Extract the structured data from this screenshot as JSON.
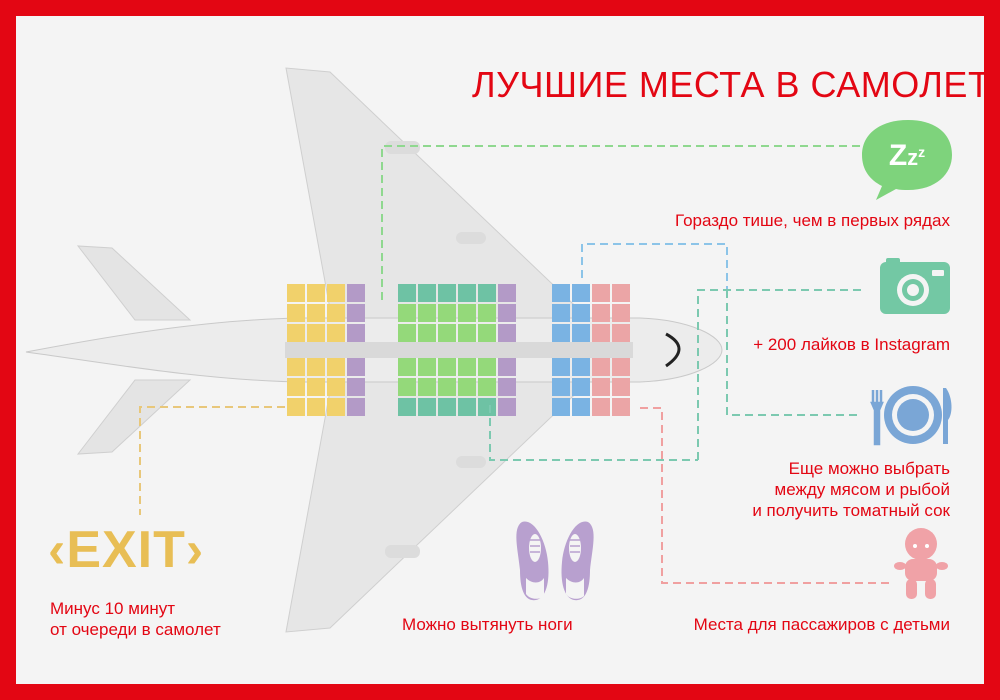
{
  "title": "ЛУЧШИЕ МЕСТА В САМОЛЕТЕ",
  "captions": {
    "quiet": "Гораздо тише, чем в первых рядах",
    "instagram": "+ 200 лайков в Instagram",
    "food_line1": "Еще можно выбрать",
    "food_line2": "между мясом и рыбой",
    "food_line3": "и получить томатный сок",
    "children": "Места для пассажиров с детьми",
    "legs": "Можно вытянуть ноги",
    "exit_line1": "Минус 10 минут",
    "exit_line2": "от очереди в самолет"
  },
  "icons": {
    "sleep_text": "Zzz",
    "exit_sign": "‹EXIT›"
  },
  "colors": {
    "border_red": "#e30613",
    "seat_yellow": "#f1d16b",
    "seat_purple": "#b39ac7",
    "seat_green": "#94d97a",
    "seat_teal": "#6ec2a4",
    "seat_blue": "#7ab3e3",
    "seat_pink": "#eba5a6",
    "icon_green": "#7ed37c",
    "icon_teal": "#73c8a4",
    "icon_blue": "#7aa6d6",
    "icon_purple": "#b8a0cf",
    "icon_pink": "#f0a2a7"
  }
}
